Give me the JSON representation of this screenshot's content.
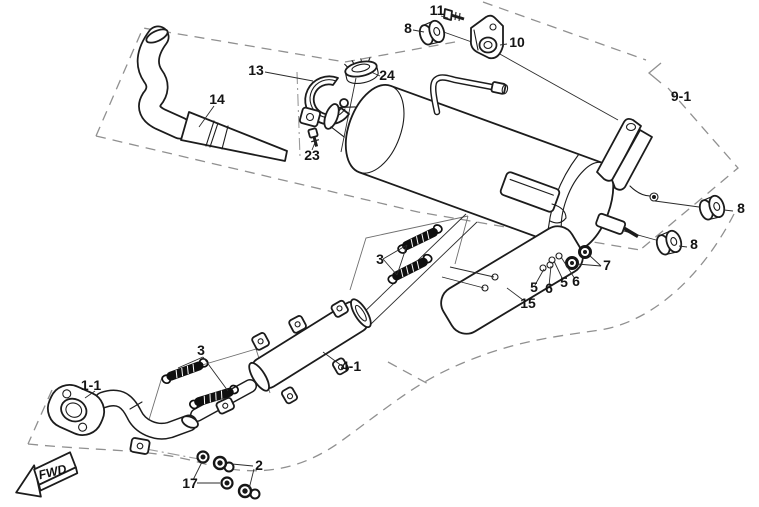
{
  "colors": {
    "background": "#ffffff",
    "part_line": "#1c1c1c",
    "dashed_outline": "#909090",
    "label_text": "#141414"
  },
  "fwd": {
    "label": "FWD"
  },
  "callouts": [
    {
      "text": "11"
    },
    {
      "text": "8"
    },
    {
      "text": "10"
    },
    {
      "text": "9-1"
    },
    {
      "text": "13"
    },
    {
      "text": "24"
    },
    {
      "text": "14"
    },
    {
      "text": "23"
    },
    {
      "text": "8"
    },
    {
      "text": "8"
    },
    {
      "text": "7"
    },
    {
      "text": "5"
    },
    {
      "text": "6"
    },
    {
      "text": "5"
    },
    {
      "text": "6"
    },
    {
      "text": "15"
    },
    {
      "text": "3"
    },
    {
      "text": "4-1"
    },
    {
      "text": "3"
    },
    {
      "text": "1-1"
    },
    {
      "text": "2"
    },
    {
      "text": "17"
    }
  ]
}
